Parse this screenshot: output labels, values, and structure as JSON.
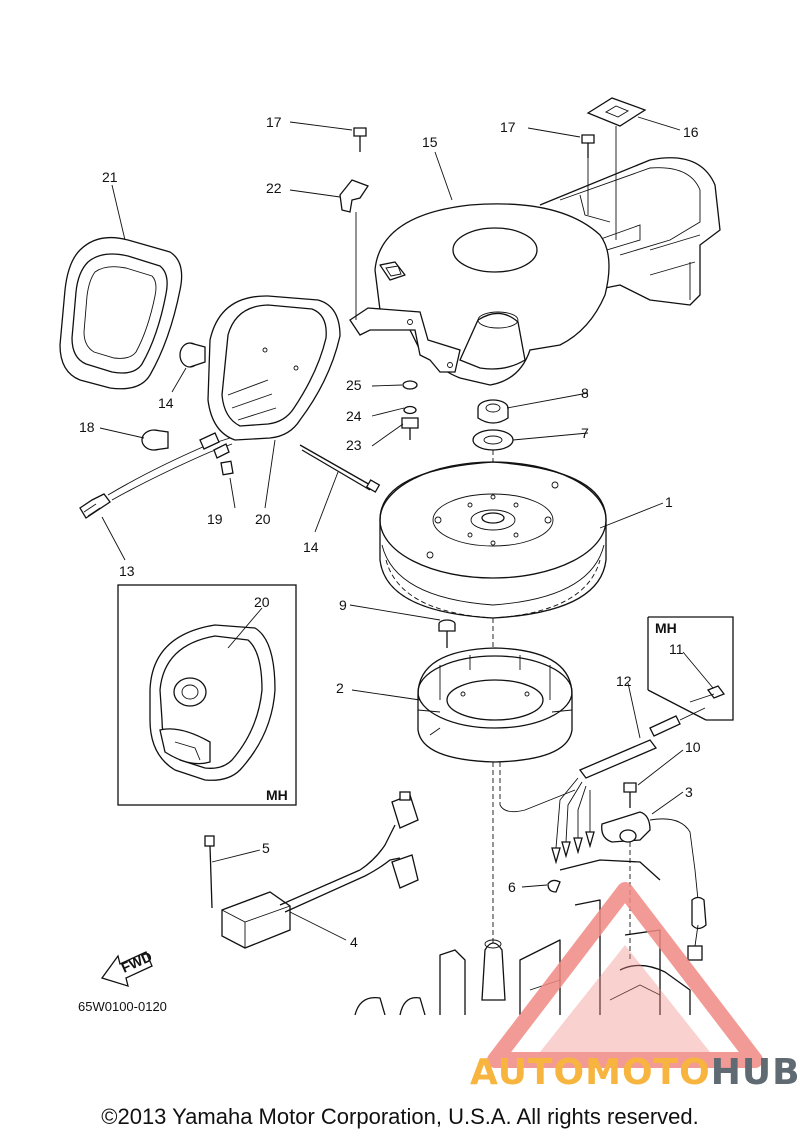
{
  "callouts": [
    "1",
    "2",
    "3",
    "4",
    "5",
    "6",
    "7",
    "8",
    "9",
    "10",
    "11",
    "12",
    "13",
    "14",
    "14",
    "15",
    "16",
    "17",
    "17",
    "18",
    "19",
    "20",
    "20",
    "21",
    "22",
    "23",
    "24",
    "25"
  ],
  "inset_tags": {
    "mh_top": "MH",
    "mh_bottom": "MH"
  },
  "fwd_label": "FWD",
  "reference_code": "65W0100-0120",
  "watermark": {
    "part1": "AUTOMOTO",
    "part2": "HUB",
    "color_primary": "#f7b53f",
    "color_secondary": "#5f6a73",
    "logo_color": "#f08a84"
  },
  "copyright": "©2013 Yamaha Motor Corporation, U.S.A. All rights reserved."
}
